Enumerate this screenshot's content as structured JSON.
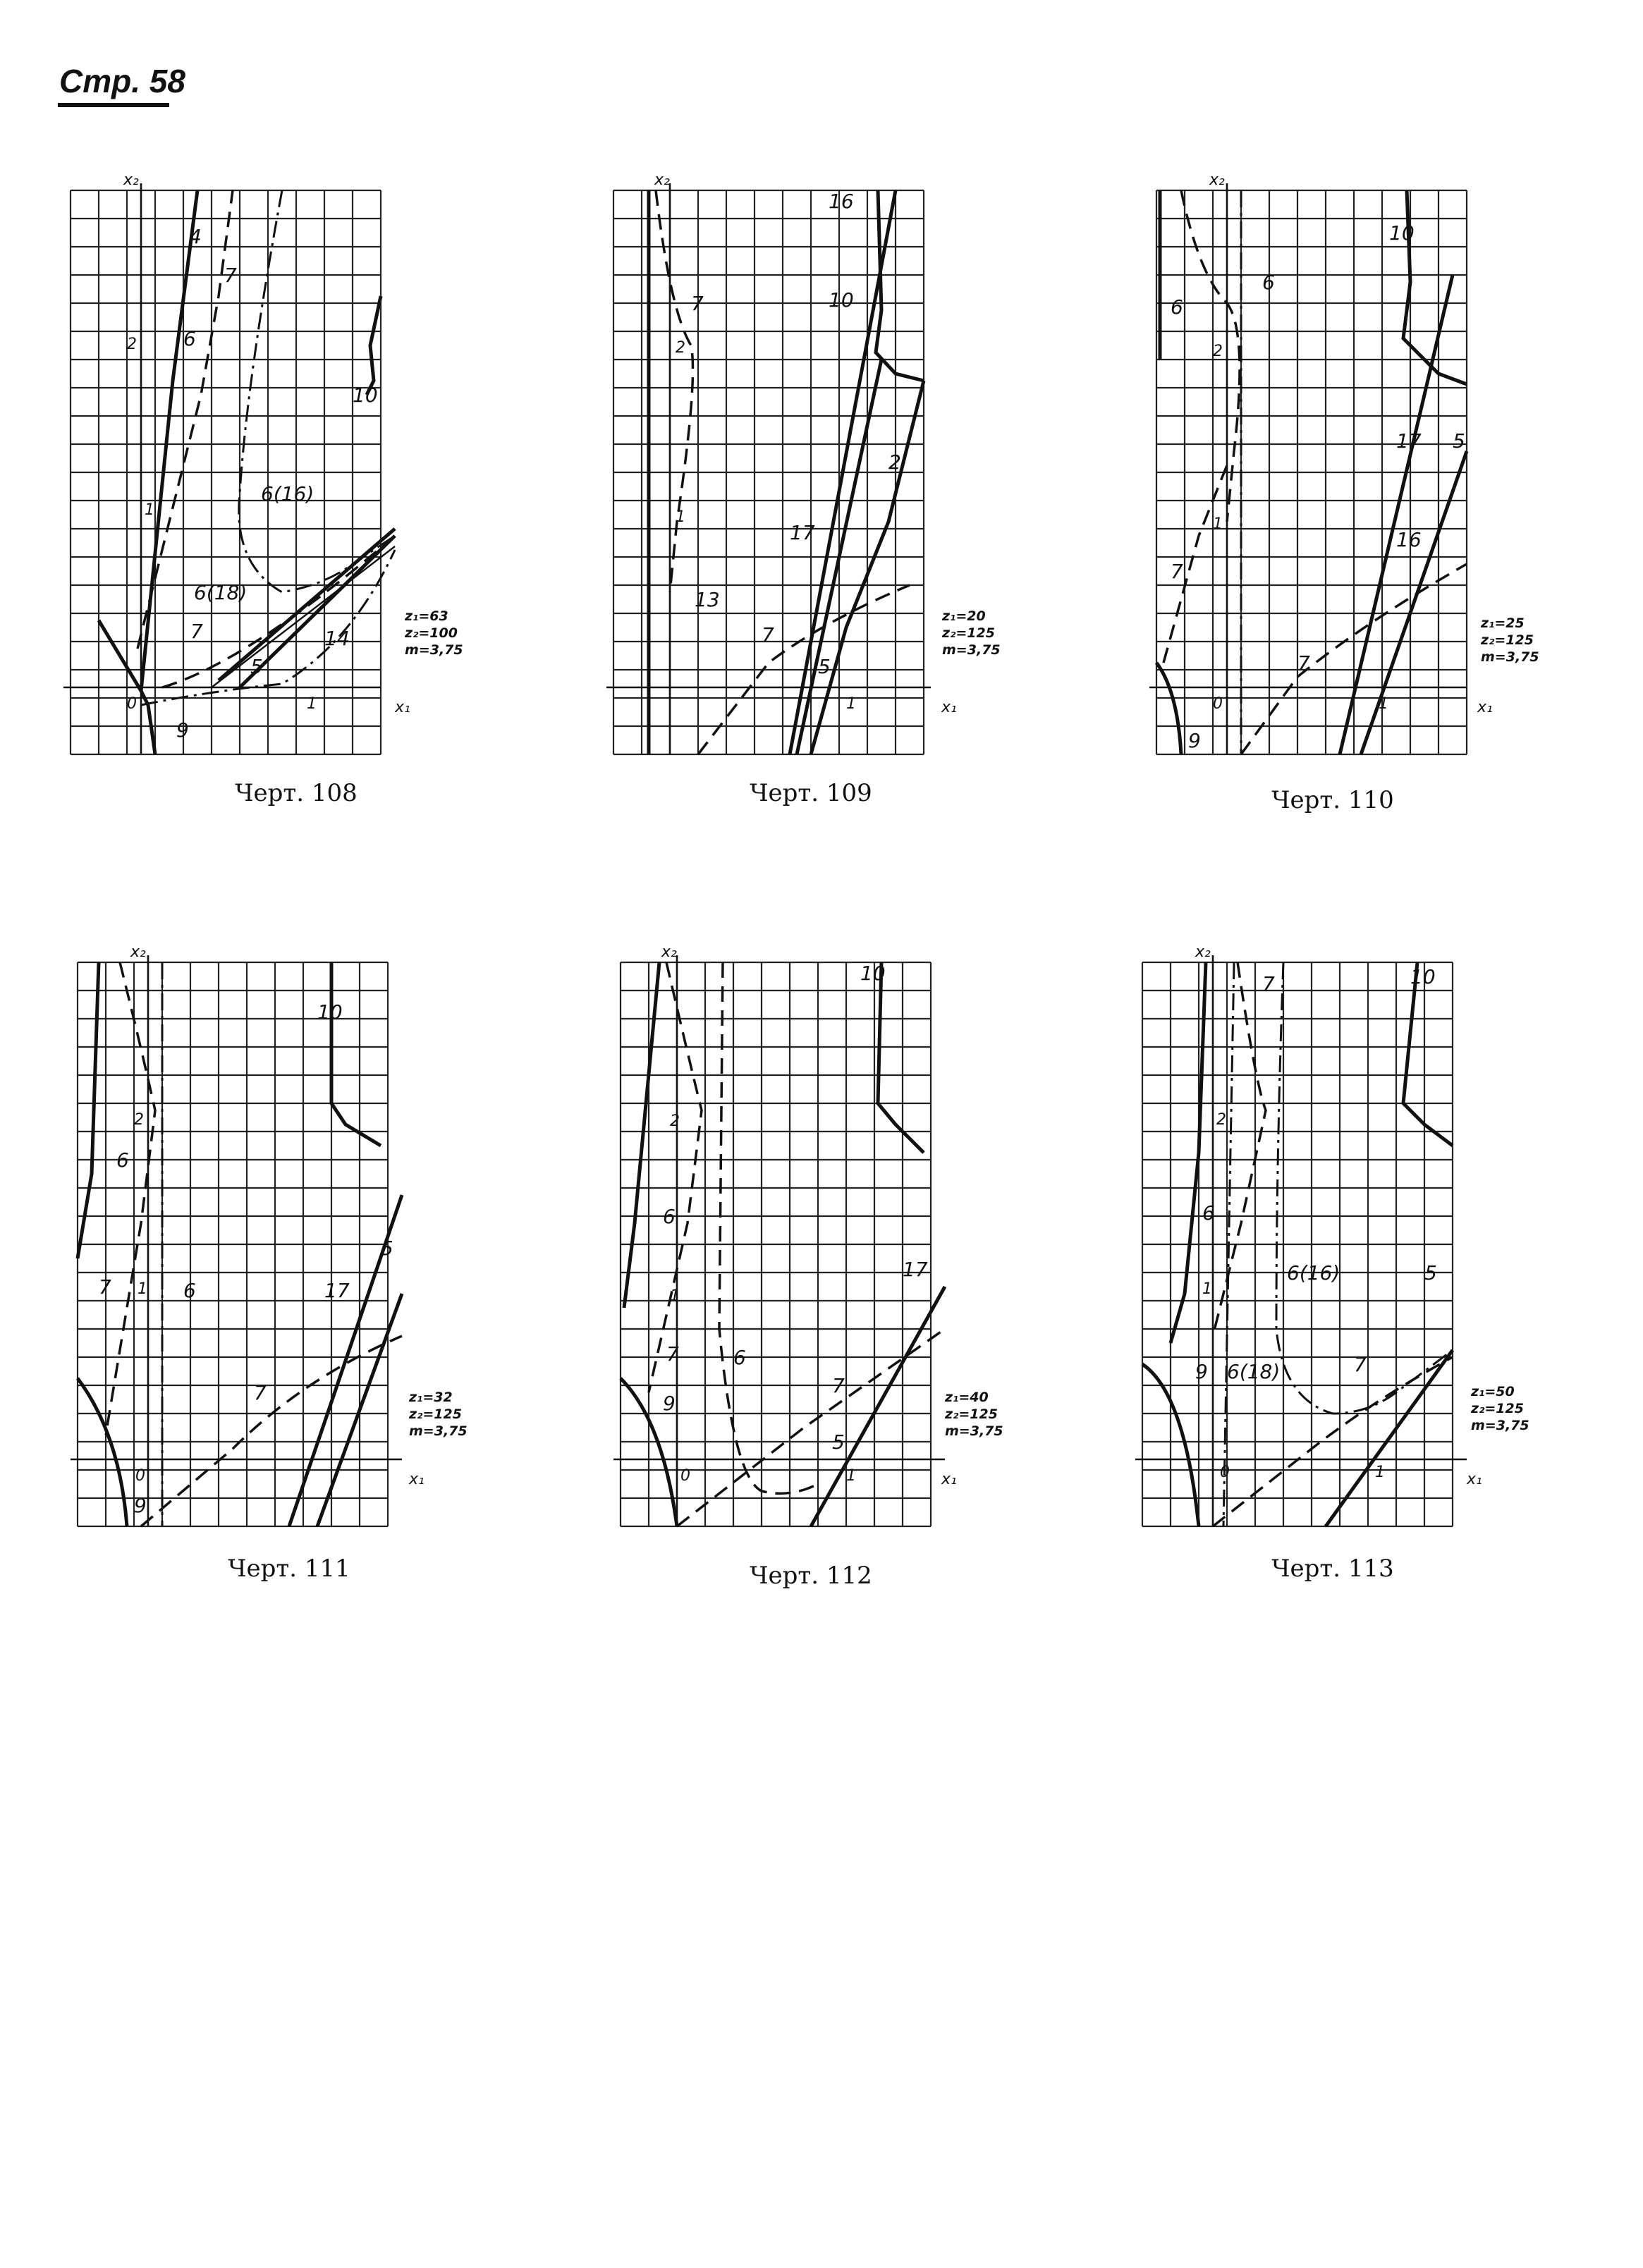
{
  "page": {
    "header": "Стр. 58"
  },
  "charts": [
    {
      "id": 108,
      "caption": "Черт. 108",
      "params": [
        "z₁=63",
        "z₂=100",
        "m=3,75"
      ],
      "axis_labels": {
        "x": "x₁",
        "y": "x₂",
        "origin": "0",
        "unit_x": "1",
        "unit_y1": "1",
        "unit_y2": "2"
      },
      "curve_labels": [
        "4",
        "7",
        "6",
        "10",
        "6(16)",
        "6(18)",
        "7",
        "5",
        "14",
        "9"
      ]
    },
    {
      "id": 109,
      "caption": "Черт. 109",
      "params": [
        "z₁=20",
        "z₂=125",
        "m=3,75"
      ],
      "axis_labels": {
        "x": "x₁",
        "y": "x₂",
        "origin": "",
        "unit_x": "1",
        "unit_y1": "1",
        "unit_y2": "2"
      },
      "curve_labels": [
        "16",
        "7",
        "10",
        "2",
        "17",
        "13",
        "7",
        "5"
      ]
    },
    {
      "id": 110,
      "caption": "Черт. 110",
      "params": [
        "z₁=25",
        "z₂=125",
        "m=3,75"
      ],
      "axis_labels": {
        "x": "x₁",
        "y": "x₂",
        "origin": "0",
        "unit_x": "1",
        "unit_y1": "1",
        "unit_y2": "2"
      },
      "curve_labels": [
        "10",
        "6",
        "6",
        "17",
        "5",
        "16",
        "7",
        "7",
        "9"
      ]
    },
    {
      "id": 111,
      "caption": "Черт. 111",
      "params": [
        "z₁=32",
        "z₂=125",
        "m=3,75"
      ],
      "axis_labels": {
        "x": "x₁",
        "y": "x₂",
        "origin": "0",
        "unit_x": "",
        "unit_y1": "1",
        "unit_y2": "2"
      },
      "curve_labels": [
        "10",
        "6",
        "7",
        "6",
        "17",
        "5",
        "7",
        "9"
      ]
    },
    {
      "id": 112,
      "caption": "Черт. 112",
      "params": [
        "z₁=40",
        "z₂=125",
        "m=3,75"
      ],
      "axis_labels": {
        "x": "x₁",
        "y": "x₂",
        "origin": "0",
        "unit_x": "1",
        "unit_y1": "1",
        "unit_y2": "2"
      },
      "curve_labels": [
        "10",
        "6",
        "17",
        "7",
        "6",
        "9",
        "7",
        "5"
      ]
    },
    {
      "id": 113,
      "caption": "Черт. 113",
      "params": [
        "z₁=50",
        "z₂=125",
        "m=3,75"
      ],
      "axis_labels": {
        "x": "x₁",
        "y": "x₂",
        "origin": "0",
        "unit_x": "1",
        "unit_y1": "1",
        "unit_y2": "2"
      },
      "curve_labels": [
        "7",
        "10",
        "6",
        "6(16)",
        "5",
        "9",
        "6(18)",
        "7"
      ]
    }
  ]
}
